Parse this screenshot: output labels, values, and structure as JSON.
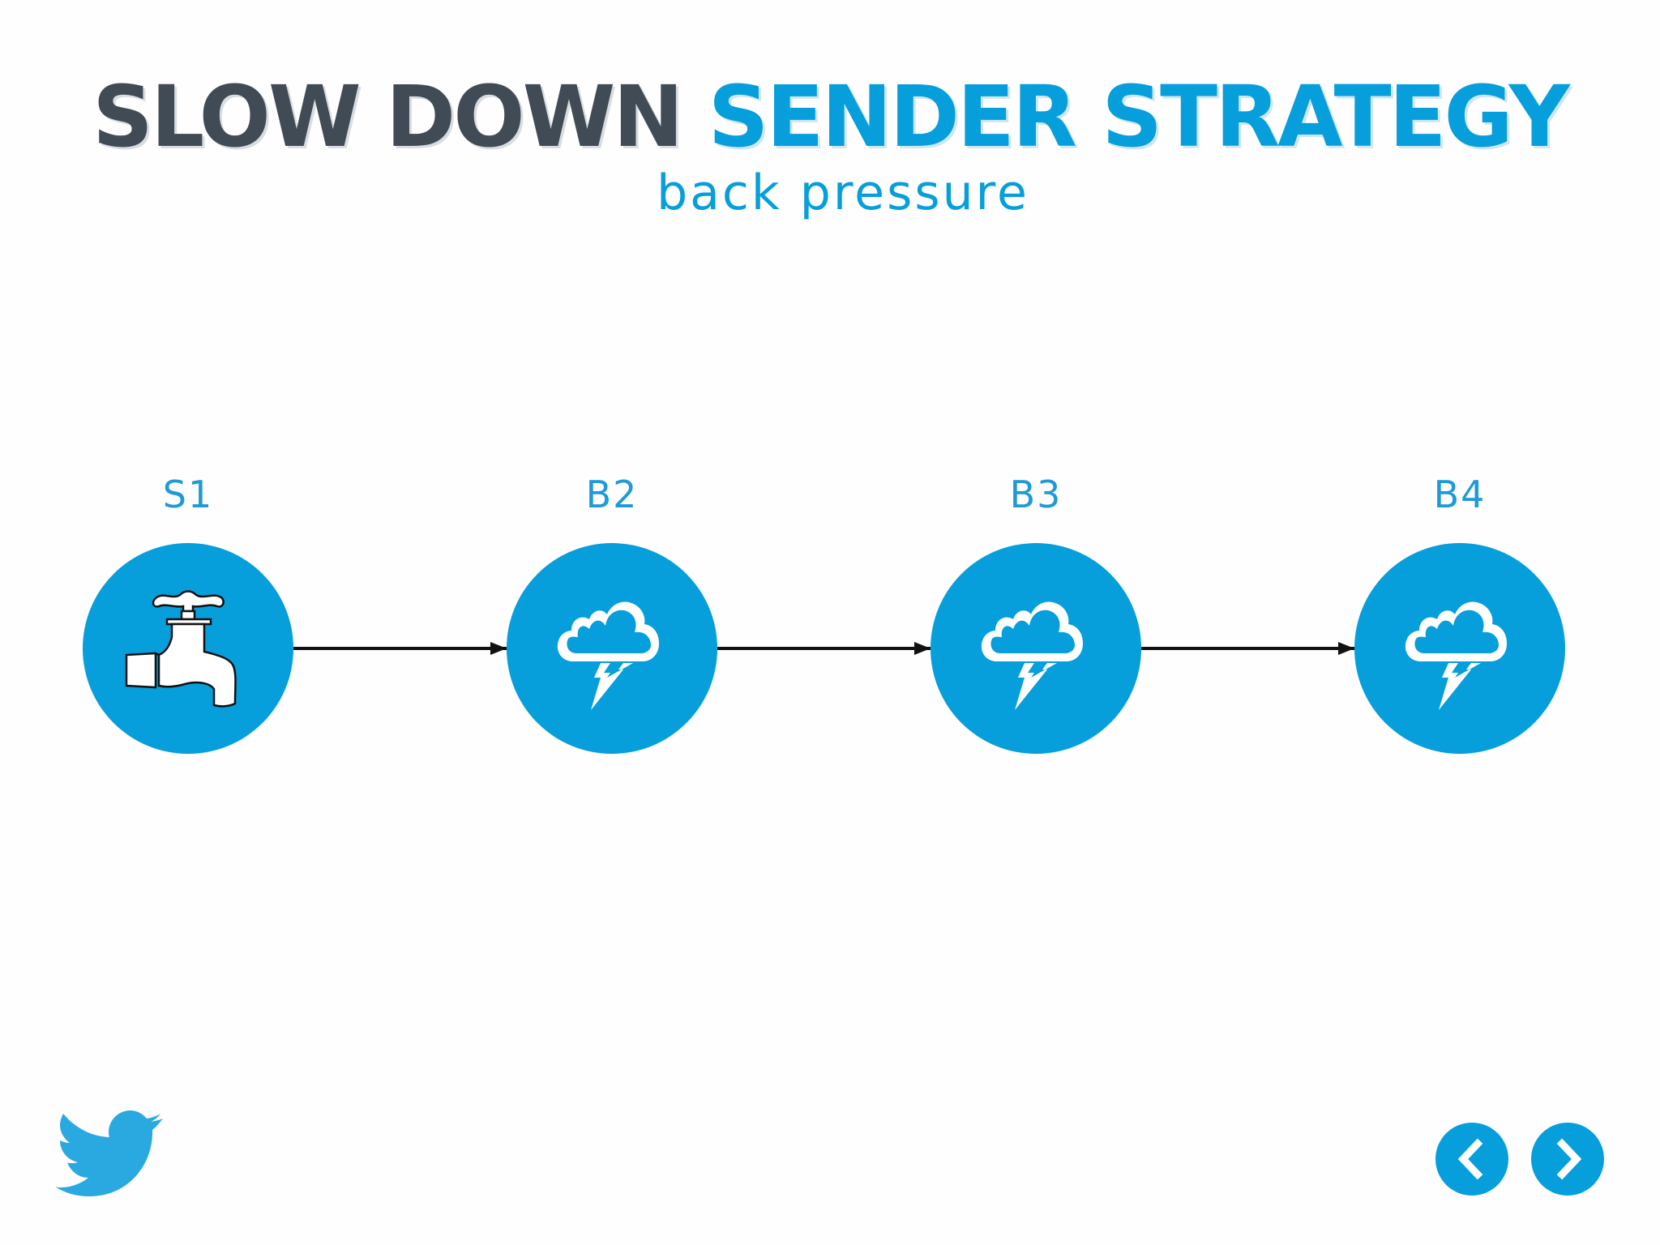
{
  "slide": {
    "title_dark": "SLOW DOWN",
    "title_blue": "SENDER STRATEGY",
    "subtitle": "back pressure"
  },
  "diagram": {
    "nodes": [
      {
        "id": "S1",
        "label": "S1",
        "icon": "faucet-icon"
      },
      {
        "id": "B2",
        "label": "B2",
        "icon": "storm-cloud-icon"
      },
      {
        "id": "B3",
        "label": "B3",
        "icon": "storm-cloud-icon"
      },
      {
        "id": "B4",
        "label": "B4",
        "icon": "storm-cloud-icon"
      }
    ],
    "edges": [
      {
        "from": "S1",
        "to": "B2"
      },
      {
        "from": "B2",
        "to": "B3"
      },
      {
        "from": "B3",
        "to": "B4"
      }
    ]
  },
  "colors": {
    "accent": "#069fdb",
    "title_dark": "#414b55",
    "arrow": "#111111",
    "bird": "#2aa9e0"
  },
  "logo": {
    "icon": "twitter-bird-icon"
  },
  "navigation": {
    "prev_icon": "chevron-left-icon",
    "next_icon": "chevron-right-icon"
  }
}
